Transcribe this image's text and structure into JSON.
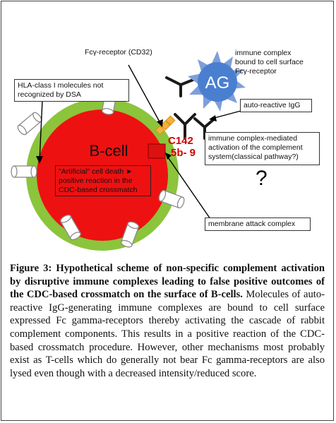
{
  "labels": {
    "fc_receptor": "Fcγ-receptor (CD32)",
    "immune_complex": "immune complex bound to cell surface Fcγ-receptor",
    "hla": "HLA-class I molecules not recognized by DSA",
    "auto_igg": "auto-reactive IgG",
    "ag": "AG",
    "c142": "C142",
    "c5b9": "5b- 9",
    "bcell": "B-cell",
    "artificial_death": "\"Artificial\" cell death ► positive reaction in the CDC-based crossmatch",
    "complement_activation": "immune complex-mediated activation of the complement system(classical pathway?)",
    "question": "?",
    "mac": "membrane attack complex"
  },
  "caption": {
    "title": "Figure 3: Hypothetical scheme of non-specific complement activation by disruptive immune complexes leading to false positive outcomes of the CDC-based crossmatch on the surface of B-cells.",
    "body": "Molecules of auto-reactive IgG-generating immune complexes are bound to cell surface expressed Fc gamma-receptors thereby activating the cascade of rabbit complement components. This results in a positive reaction of the CDC-based crossmatch procedure. However, other mechanisms most probably exist as T-cells which do generally not bear Fc gamma-receptors are also lysed even though with a decreased intensity/reduced score."
  },
  "colors": {
    "cell_fill": "#ee1111",
    "membrane": "#8cc43c",
    "ag_fill": "#4a7fd0",
    "ag_rays": "#7f9fd8",
    "receptor": "#f2b23a",
    "label_red": "#d40000"
  }
}
